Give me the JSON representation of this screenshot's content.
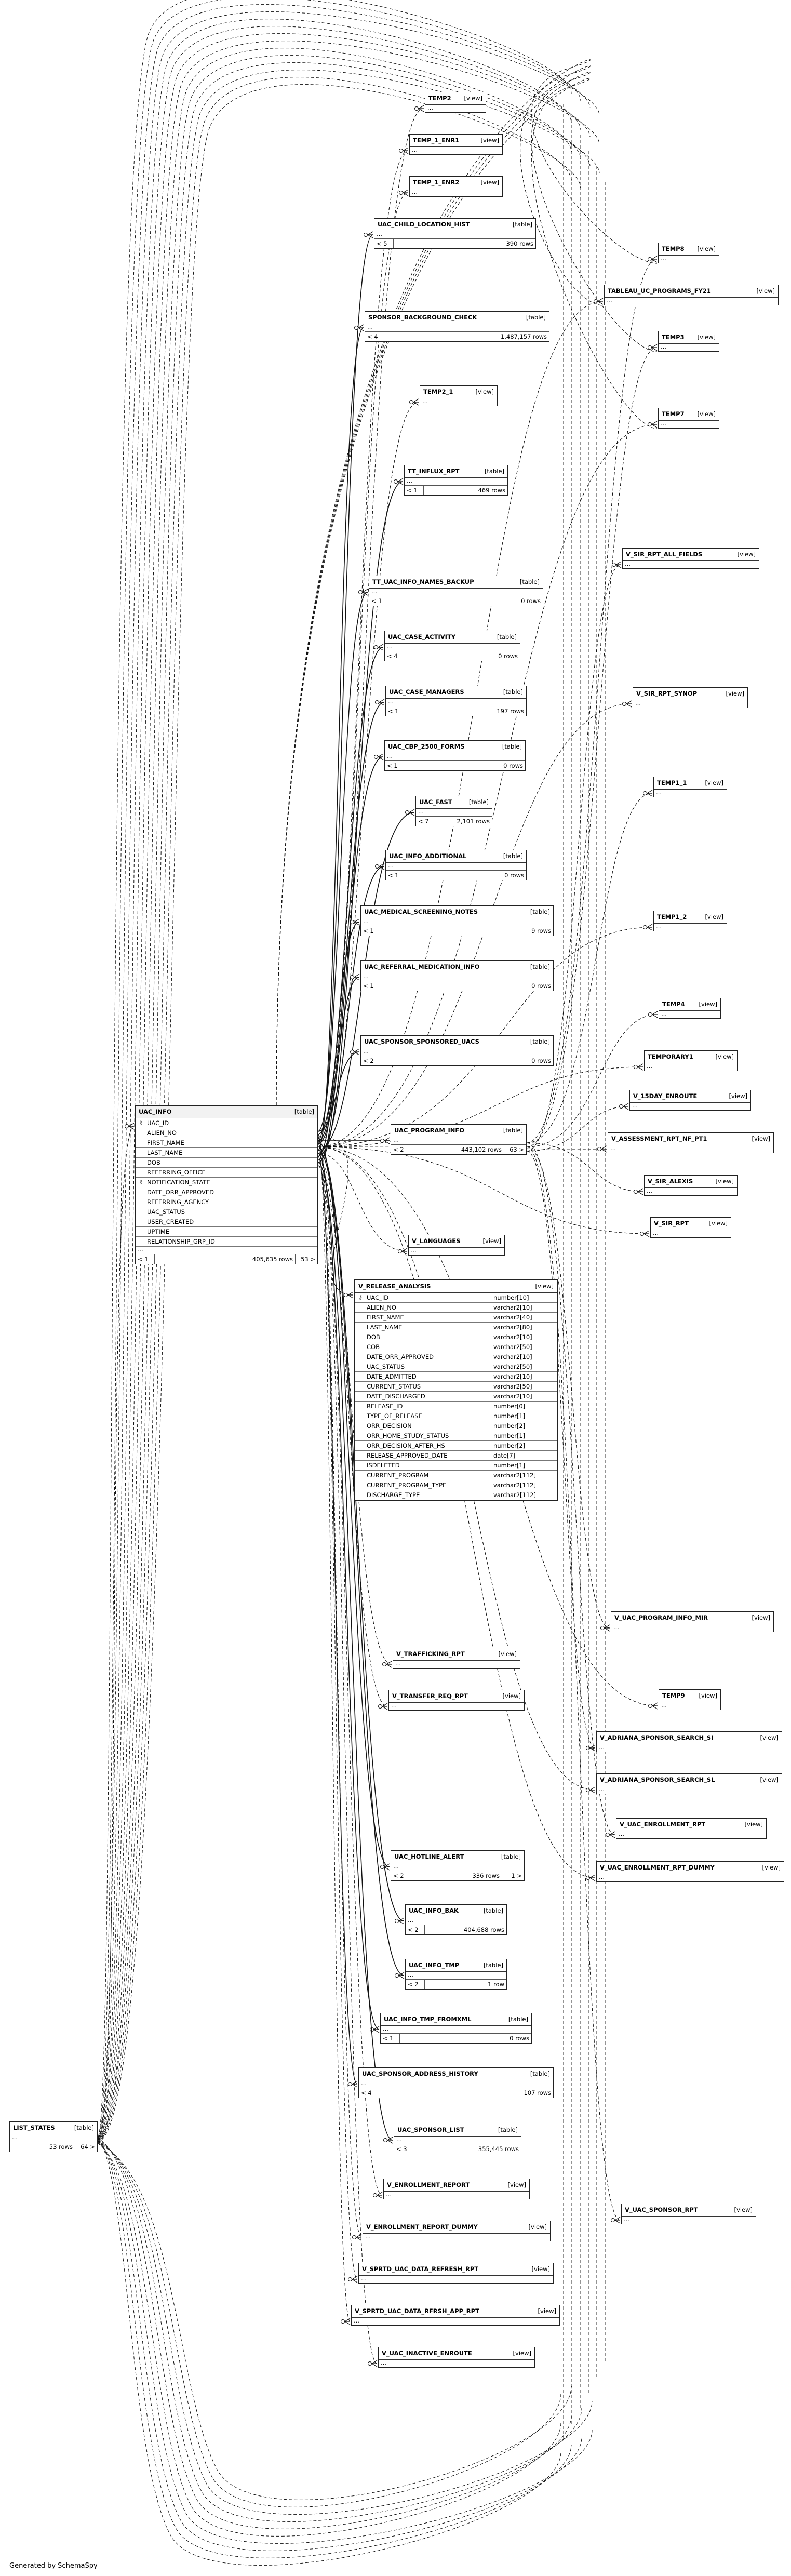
{
  "footer": "Generated by SchemaSpy",
  "tables": [
    {
      "id": "TEMP2",
      "name": "TEMP2",
      "type": "[view]"
    },
    {
      "id": "TEMP_1_ENR1",
      "name": "TEMP_1_ENR1",
      "type": "[view]"
    },
    {
      "id": "TEMP_1_ENR2",
      "name": "TEMP_1_ENR2",
      "type": "[view]"
    },
    {
      "id": "UAC_CHILD_LOCATION_HIST",
      "name": "UAC_CHILD_LOCATION_HIST",
      "type": "[table]",
      "lt": "< 5",
      "rows": "390 rows"
    },
    {
      "id": "TEMP8",
      "name": "TEMP8",
      "type": "[view]"
    },
    {
      "id": "TABLEAU_UC_PROGRAMS_FY21",
      "name": "TABLEAU_UC_PROGRAMS_FY21",
      "type": "[view]"
    },
    {
      "id": "SPONSOR_BACKGROUND_CHECK",
      "name": "SPONSOR_BACKGROUND_CHECK",
      "type": "[table]",
      "lt": "< 4",
      "rows": "1,487,157 rows"
    },
    {
      "id": "TEMP3",
      "name": "TEMP3",
      "type": "[view]"
    },
    {
      "id": "TEMP2_1",
      "name": "TEMP2_1",
      "type": "[view]"
    },
    {
      "id": "TEMP7",
      "name": "TEMP7",
      "type": "[view]"
    },
    {
      "id": "TT_INFLUX_RPT",
      "name": "TT_INFLUX_RPT",
      "type": "[table]",
      "lt": "< 1",
      "rows": "469 rows"
    },
    {
      "id": "V_SIR_RPT_ALL_FIELDS",
      "name": "V_SIR_RPT_ALL_FIELDS",
      "type": "[view]"
    },
    {
      "id": "TT_UAC_INFO_NAMES_BACKUP",
      "name": "TT_UAC_INFO_NAMES_BACKUP",
      "type": "[table]",
      "lt": "< 1",
      "rows": "0 rows"
    },
    {
      "id": "UAC_CASE_ACTIVITY",
      "name": "UAC_CASE_ACTIVITY",
      "type": "[table]",
      "lt": "< 4",
      "rows": "0 rows"
    },
    {
      "id": "V_SIR_RPT_SYNOP",
      "name": "V_SIR_RPT_SYNOP",
      "type": "[view]"
    },
    {
      "id": "UAC_CASE_MANAGERS",
      "name": "UAC_CASE_MANAGERS",
      "type": "[table]",
      "lt": "< 1",
      "rows": "197 rows"
    },
    {
      "id": "UAC_CBP_2500_FORMS",
      "name": "UAC_CBP_2500_FORMS",
      "type": "[table]",
      "lt": "< 1",
      "rows": "0 rows"
    },
    {
      "id": "TEMP1_1",
      "name": "TEMP1_1",
      "type": "[view]"
    },
    {
      "id": "UAC_FAST",
      "name": "UAC_FAST",
      "type": "[table]",
      "lt": "< 7",
      "rows": "2,101 rows"
    },
    {
      "id": "UAC_INFO_ADDITIONAL",
      "name": "UAC_INFO_ADDITIONAL",
      "type": "[table]",
      "lt": "< 1",
      "rows": "0 rows"
    },
    {
      "id": "UAC_MEDICAL_SCREENING_NOTES",
      "name": "UAC_MEDICAL_SCREENING_NOTES",
      "type": "[table]",
      "lt": "< 1",
      "rows": "9 rows"
    },
    {
      "id": "TEMP1_2",
      "name": "TEMP1_2",
      "type": "[view]"
    },
    {
      "id": "UAC_REFERRAL_MEDICATION_INFO",
      "name": "UAC_REFERRAL_MEDICATION_INFO",
      "type": "[table]",
      "lt": "< 1",
      "rows": "0 rows"
    },
    {
      "id": "TEMP4",
      "name": "TEMP4",
      "type": "[view]"
    },
    {
      "id": "UAC_SPONSOR_SPONSORED_UACS",
      "name": "UAC_SPONSOR_SPONSORED_UACS",
      "type": "[table]",
      "lt": "< 2",
      "rows": "0 rows"
    },
    {
      "id": "TEMPORARY1",
      "name": "TEMPORARY1",
      "type": "[view]"
    },
    {
      "id": "V_15DAY_ENROUTE",
      "name": "V_15DAY_ENROUTE",
      "type": "[view]"
    },
    {
      "id": "UAC_PROGRAM_INFO",
      "name": "UAC_PROGRAM_INFO",
      "type": "[table]",
      "lt": "< 2",
      "rows": "443,102 rows",
      "gt": "63 >"
    },
    {
      "id": "V_ASSESSMENT_RPT_NF_PT1",
      "name": "V_ASSESSMENT_RPT_NF_PT1",
      "type": "[view]"
    },
    {
      "id": "V_SIR_ALEXIS",
      "name": "V_SIR_ALEXIS",
      "type": "[view]"
    },
    {
      "id": "V_SIR_RPT",
      "name": "V_SIR_RPT",
      "type": "[view]"
    },
    {
      "id": "V_LANGUAGES",
      "name": "V_LANGUAGES",
      "type": "[view]"
    },
    {
      "id": "V_UAC_PROGRAM_INFO_MIR",
      "name": "V_UAC_PROGRAM_INFO_MIR",
      "type": "[view]"
    },
    {
      "id": "V_TRAFFICKING_RPT",
      "name": "V_TRAFFICKING_RPT",
      "type": "[view]"
    },
    {
      "id": "TEMP9",
      "name": "TEMP9",
      "type": "[view]"
    },
    {
      "id": "V_TRANSFER_REQ_RPT",
      "name": "V_TRANSFER_REQ_RPT",
      "type": "[view]"
    },
    {
      "id": "V_ADRIANA_SPONSOR_SEARCH_SI",
      "name": "V_ADRIANA_SPONSOR_SEARCH_SI",
      "type": "[view]"
    },
    {
      "id": "V_ADRIANA_SPONSOR_SEARCH_SL",
      "name": "V_ADRIANA_SPONSOR_SEARCH_SL",
      "type": "[view]"
    },
    {
      "id": "V_UAC_ENROLLMENT_RPT",
      "name": "V_UAC_ENROLLMENT_RPT",
      "type": "[view]"
    },
    {
      "id": "UAC_HOTLINE_ALERT",
      "name": "UAC_HOTLINE_ALERT",
      "type": "[table]",
      "lt": "< 2",
      "rows": "336 rows",
      "gt": "1 >"
    },
    {
      "id": "V_UAC_ENROLLMENT_RPT_DUMMY",
      "name": "V_UAC_ENROLLMENT_RPT_DUMMY",
      "type": "[view]"
    },
    {
      "id": "UAC_INFO_BAK",
      "name": "UAC_INFO_BAK",
      "type": "[table]",
      "lt": "< 2",
      "rows": "404,688 rows"
    },
    {
      "id": "UAC_INFO_TMP",
      "name": "UAC_INFO_TMP",
      "type": "[table]",
      "lt": "< 2",
      "rows": "1 row"
    },
    {
      "id": "UAC_INFO_TMP_FROMXML",
      "name": "UAC_INFO_TMP_FROMXML",
      "type": "[table]",
      "lt": "< 1",
      "rows": "0 rows"
    },
    {
      "id": "UAC_SPONSOR_ADDRESS_HISTORY",
      "name": "UAC_SPONSOR_ADDRESS_HISTORY",
      "type": "[table]",
      "lt": "< 4",
      "rows": "107 rows"
    },
    {
      "id": "LIST_STATES",
      "name": "LIST_STATES",
      "type": "[table]",
      "rows": "53 rows",
      "gt": "64 >"
    },
    {
      "id": "UAC_SPONSOR_LIST",
      "name": "UAC_SPONSOR_LIST",
      "type": "[table]",
      "lt": "< 3",
      "rows": "355,445 rows"
    },
    {
      "id": "V_ENROLLMENT_REPORT",
      "name": "V_ENROLLMENT_REPORT",
      "type": "[view]"
    },
    {
      "id": "V_UAC_SPONSOR_RPT",
      "name": "V_UAC_SPONSOR_RPT",
      "type": "[view]"
    },
    {
      "id": "V_ENROLLMENT_REPORT_DUMMY",
      "name": "V_ENROLLMENT_REPORT_DUMMY",
      "type": "[view]"
    },
    {
      "id": "V_SPRTD_UAC_DATA_REFRESH_RPT",
      "name": "V_SPRTD_UAC_DATA_REFRESH_RPT",
      "type": "[view]"
    },
    {
      "id": "V_SPRTD_UAC_DATA_RFRSH_APP_RPT",
      "name": "V_SPRTD_UAC_DATA_RFRSH_APP_RPT",
      "type": "[view]"
    },
    {
      "id": "V_UAC_INACTIVE_ENROUTE",
      "name": "V_UAC_INACTIVE_ENROUTE",
      "type": "[view]"
    }
  ],
  "uac_info": {
    "name": "UAC_INFO",
    "type": "[table]",
    "columns": [
      "UAC_ID",
      "ALIEN_NO",
      "FIRST_NAME",
      "LAST_NAME",
      "DOB",
      "REFERRING_OFFICE",
      "NOTIFICATION_STATE",
      "DATE_ORR_APPROVED",
      "REFERRING_AGENCY",
      "UAC_STATUS",
      "USER_CREATED",
      "UPTIME",
      "RELATIONSHIP_GRP_ID"
    ],
    "lt": "< 1",
    "rows": "405,635 rows",
    "gt": "53 >"
  },
  "v_release_analysis": {
    "name": "V_RELEASE_ANALYSIS",
    "type": "[view]",
    "columns": [
      [
        "UAC_ID",
        "number[10]"
      ],
      [
        "ALIEN_NO",
        "varchar2[10]"
      ],
      [
        "FIRST_NAME",
        "varchar2[40]"
      ],
      [
        "LAST_NAME",
        "varchar2[80]"
      ],
      [
        "DOB",
        "varchar2[10]"
      ],
      [
        "COB",
        "varchar2[50]"
      ],
      [
        "DATE_ORR_APPROVED",
        "varchar2[10]"
      ],
      [
        "UAC_STATUS",
        "varchar2[50]"
      ],
      [
        "DATE_ADMITTED",
        "varchar2[10]"
      ],
      [
        "CURRENT_STATUS",
        "varchar2[50]"
      ],
      [
        "DATE_DISCHARGED",
        "varchar2[10]"
      ],
      [
        "RELEASE_ID",
        "number[0]"
      ],
      [
        "TYPE_OF_RELEASE",
        "number[1]"
      ],
      [
        "ORR_DECISION",
        "number[2]"
      ],
      [
        "ORR_HOME_STUDY_STATUS",
        "number[1]"
      ],
      [
        "ORR_DECISION_AFTER_HS",
        "number[2]"
      ],
      [
        "RELEASE_APPROVED_DATE",
        "date[7]"
      ],
      [
        "ISDELETED",
        "number[1]"
      ],
      [
        "CURRENT_PROGRAM",
        "varchar2[112]"
      ],
      [
        "CURRENT_PROGRAM_TYPE",
        "varchar2[112]"
      ],
      [
        "DISCHARGE_TYPE",
        "varchar2[112]"
      ]
    ]
  }
}
